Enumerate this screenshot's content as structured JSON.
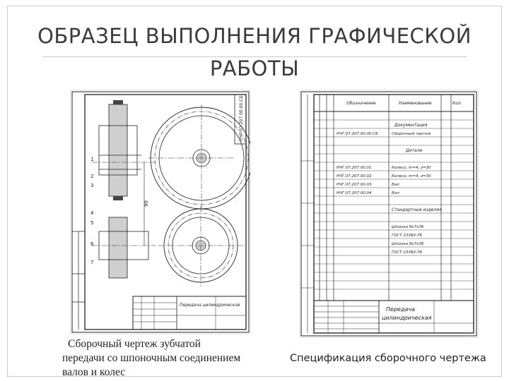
{
  "slide": {
    "title_line1": "ОБРАЗЕЦ ВЫПОЛНЕНИЯ ГРАФИЧЕСКОЙ",
    "title_line2": "РАБОТЫ"
  },
  "drawing_left": {
    "caption_line1": "Сборочный чертеж зубчатой",
    "caption_line2": "передачи со шпоночным соединением",
    "caption_line3": "валов и колес",
    "stamp_code": "НЧГ.07.207.00.00.СБ",
    "dimension": "90",
    "callouts": [
      "1",
      "2",
      "3",
      "4",
      "5",
      "6",
      "7"
    ],
    "title_block": "Передача цилиндрическая"
  },
  "drawing_right": {
    "caption": "Спецификация сборочного чертежа",
    "header_name": "Обозначение",
    "header_desc": "Наименование",
    "header_qty": "Кол.",
    "section_docs": "Документация",
    "doc_row": "НЧГ.07.207.00.00.СБ",
    "doc_row_desc": "Сборочный чертеж",
    "section_parts": "Детали",
    "parts": [
      "НЧГ.07.207.00.01",
      "НЧГ.07.207.00.02",
      "НЧГ.07.207.00.03",
      "НЧГ.07.207.00.04"
    ],
    "parts_desc": [
      "Колесо, m=4, z=30",
      "Колесо, m=4, z=30",
      "Вал",
      "Вал"
    ],
    "section_std": "Стандартные изделия",
    "std_items": [
      "Шпонка 8х7х36",
      "ГОСТ 23360-78",
      "Шпонка 8х7х36",
      "ГОСТ 23360-78"
    ],
    "title_block_line1": "Передача",
    "title_block_line2": "цилиндрическая"
  }
}
